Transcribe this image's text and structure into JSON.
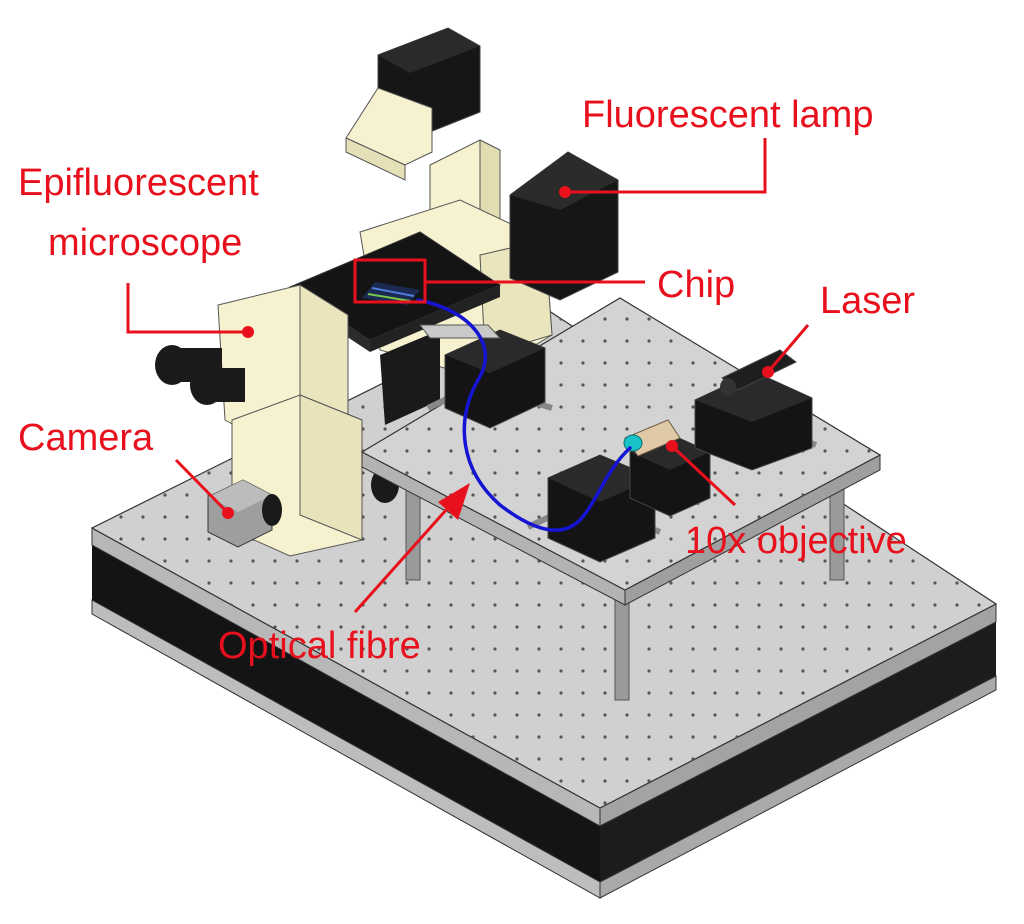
{
  "labels": {
    "fluorescent_lamp": "Fluorescent lamp",
    "epi_line1": "Epifluorescent",
    "epi_line2": "microscope",
    "chip": "Chip",
    "laser": "Laser",
    "camera": "Camera",
    "objective": "10x objective",
    "optical_fibre": "Optical fibre"
  },
  "colors": {
    "annotation": "#e8101c",
    "fibre": "#1414d2",
    "microscope_body": "#f6f1cf",
    "mount_black": "#111111",
    "table_top": "#cfcfcf",
    "objective_lens": "#18c3c8"
  }
}
